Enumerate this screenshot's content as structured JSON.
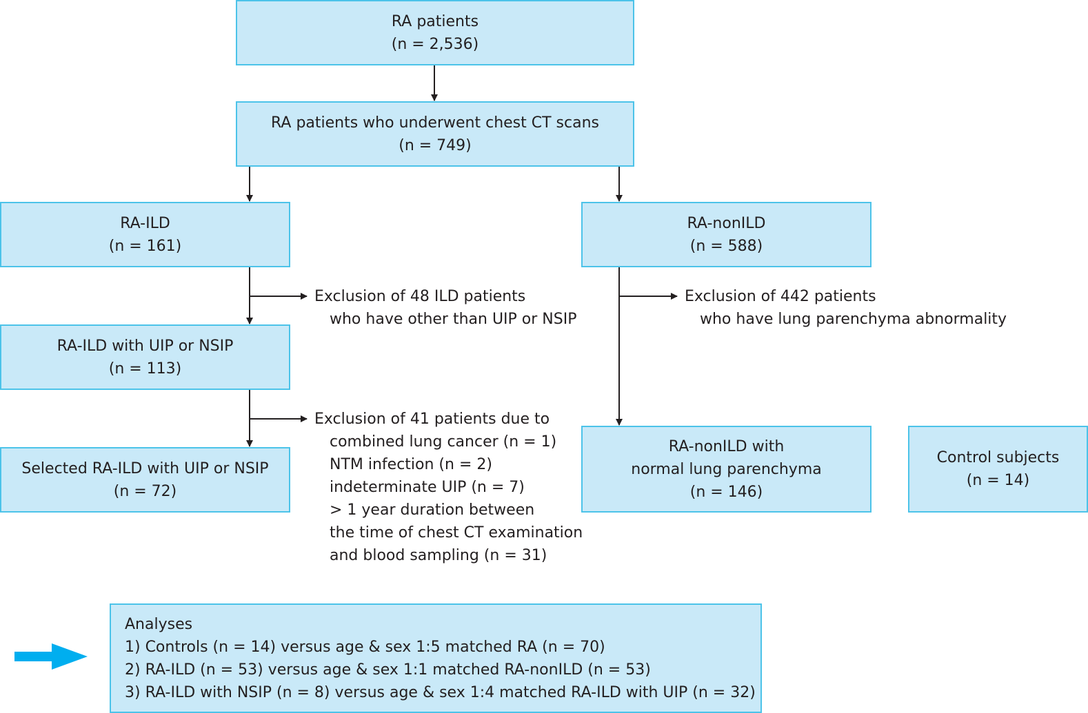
{
  "boxes": {
    "ra_patients": {
      "line1": "RA patients",
      "line2": "(n = 2,536)"
    },
    "ct_scans": {
      "line1": "RA patients who underwent chest CT scans",
      "line2": "(n = 749)"
    },
    "ra_ild": {
      "line1": "RA-ILD",
      "line2": "(n = 161)"
    },
    "ra_nonild": {
      "line1": "RA-nonILD",
      "line2": "(n = 588)"
    },
    "ra_ild_uip_nsip": {
      "line1": "RA-ILD with UIP or NSIP",
      "line2": "(n = 113)"
    },
    "selected": {
      "line1": "Selected RA-ILD with UIP or NSIP",
      "line2": "(n = 72)"
    },
    "nonild_normal": {
      "line1": "RA-nonILD with",
      "line2": "normal lung parenchyma",
      "line3": "(n = 146)"
    },
    "controls": {
      "line1": "Control subjects",
      "line2": "(n = 14)"
    }
  },
  "exclusions": {
    "ild_48": {
      "line1": "Exclusion of 48 ILD patients",
      "line2": "who have other than UIP or NSIP"
    },
    "nonild_442": {
      "line1": "Exclusion of 442 patients",
      "line2": "who have lung parenchyma abnormality"
    },
    "ild_41": {
      "line1": "Exclusion of 41 patients due to",
      "items": [
        "combined lung cancer (n = 1)",
        "NTM infection (n = 2)",
        "indeterminate UIP (n = 7)",
        "> 1 year duration between",
        "the time of chest CT examination",
        "and blood sampling (n = 31)"
      ]
    }
  },
  "analyses": {
    "title": "Analyses",
    "items": [
      "1) Controls (n = 14) versus age & sex 1:5 matched RA (n = 70)",
      "2) RA-ILD (n = 53) versus age & sex 1:1 matched RA-nonILD (n = 53)",
      "3) RA-ILD with NSIP (n = 8) versus age & sex 1:4 matched RA-ILD with UIP (n = 32)"
    ]
  },
  "colors": {
    "box_fill": "#c9e9f8",
    "box_border": "#4cc3e9",
    "arrow": "#231f20",
    "pointer_arrow": "#00aeef"
  }
}
